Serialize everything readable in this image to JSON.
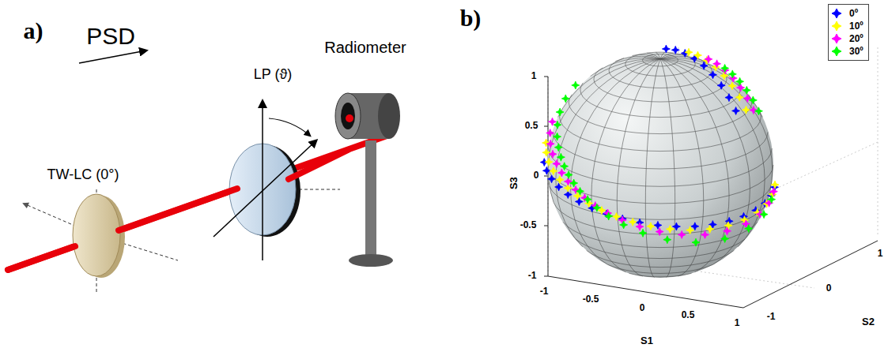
{
  "diagram": {
    "labels": [
      "a)",
      "PSD",
      "TW-LC (0°)",
      "LP (ϑ)",
      "Radiometer",
      "b)",
      "1",
      "0.5",
      "0",
      "-0.5",
      "-1",
      "S3",
      "-1",
      "-0.5",
      "0",
      "0.5",
      "1",
      "S1",
      "-1",
      "0",
      "1",
      "S2"
    ],
    "legend": [
      {
        "text": "0º",
        "color": "#0000ff"
      },
      {
        "text": "10º",
        "color": "#ffff00"
      },
      {
        "text": "20º",
        "color": "#ff00ff"
      },
      {
        "text": "30º",
        "color": "#00ff00"
      }
    ]
  }
}
